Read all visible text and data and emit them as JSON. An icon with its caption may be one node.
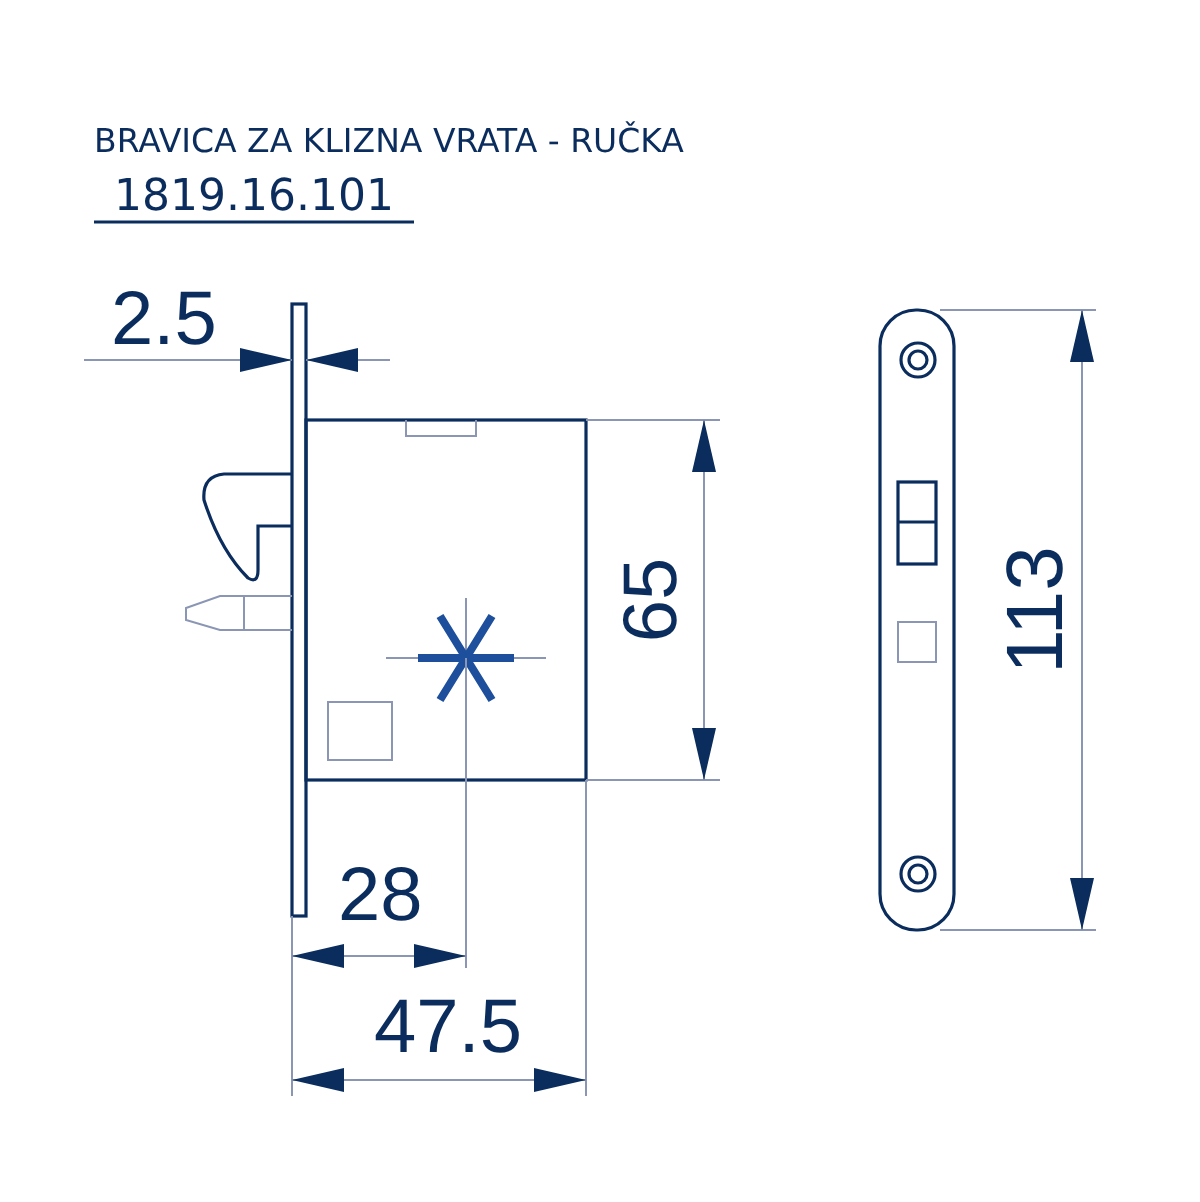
{
  "diagram": {
    "title": "BRAVICA ZA KLIZNA VRATA - RUČKA",
    "labels": [
      "1819.16.101",
      "2.5",
      "65",
      "113",
      "28",
      "47.5"
    ]
  }
}
